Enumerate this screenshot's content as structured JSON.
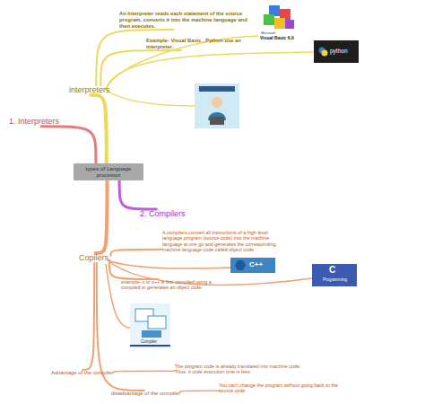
{
  "diagram": {
    "nodes": [
      {
        "text": [
          "An Interpreter reads each statement of the source program, converts it into the machine language and then executes."
        ]
      },
      {
        "text": [
          "Example- Visual Basic , Python use an interpreter."
        ]
      },
      {
        "text": [
          "interpreters"
        ]
      },
      {
        "text": [
          "1. Interpreters"
        ]
      },
      {
        "text": [
          "types of Language processor"
        ]
      },
      {
        "text": [
          "2. Compilers"
        ]
      },
      {
        "text": [
          "A compilers convert all instructions of a high-level language program (source code) into the machine language at one go and generates the corresponding machine language code called object code ."
        ]
      },
      {
        "text": [
          "Copilers."
        ]
      },
      {
        "text": [
          "example- c or c++ is first compiled using a compiled to generates an object code."
        ]
      },
      {
        "text": [
          "The program code is already translated into machine code. Thus, it code execution time is less."
        ]
      },
      {
        "text": [
          "Advantage of the compiler"
        ]
      },
      {
        "text": [
          "You can't change the program without going back to the source code."
        ]
      },
      {
        "text": [
          "disadvantage of the compiler"
        ]
      }
    ],
    "edges": [
      {
        "from": 4,
        "to": 3,
        "arrow": "none"
      },
      {
        "from": 4,
        "to": 5,
        "arrow": "none"
      },
      {
        "from": 4,
        "to": 2,
        "arrow": "none"
      },
      {
        "from": 4,
        "to": 7,
        "arrow": "none"
      },
      {
        "from": 2,
        "to": 0,
        "arrow": "none"
      },
      {
        "from": 2,
        "to": 1,
        "arrow": "none"
      },
      {
        "from": 7,
        "to": 6,
        "arrow": "none"
      },
      {
        "from": 7,
        "to": 8,
        "arrow": "none"
      },
      {
        "from": 7,
        "to": 10,
        "arrow": "none"
      },
      {
        "from": 7,
        "to": 12,
        "arrow": "none"
      },
      {
        "from": 10,
        "to": 9,
        "arrow": "none"
      },
      {
        "from": 12,
        "to": 11,
        "arrow": "none"
      }
    ],
    "labels": [
      "Microsoft",
      "Visual Basic 6.0",
      "python",
      "C++",
      "C",
      "Programming",
      "Compiler"
    ]
  }
}
